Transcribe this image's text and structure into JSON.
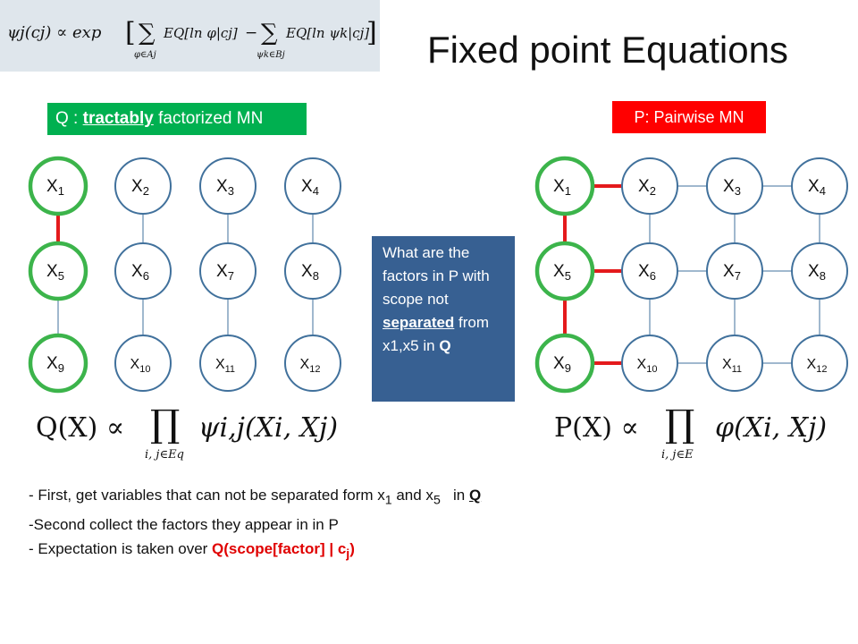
{
  "title": "Fixed point Equations",
  "formula_top": "ψj(cj) ∝ exp[ Σ EQ[ ln φ | cj ] − Σ EQ[ ln ψk | cj ] ]",
  "formula_top_parts": {
    "lhs": "ψj(cj) ∝ exp",
    "sum1_under": "φ∈Aj",
    "term1": "EQ[ln φ|cj]",
    "minus": "−",
    "sum2_under": "ψk∈Bj",
    "term2": "EQ[ln ψk|cj]"
  },
  "q_label": {
    "prefix": "Q",
    "colon": " : ",
    "underlined": "tractably",
    "rest": " factorized MN"
  },
  "p_label": "P: Pairwise MN",
  "question": {
    "text": "What are the factors in P with scope not ",
    "underlined": "separated",
    "text2": " from x1,x5 in ",
    "bold": "Q"
  },
  "nodes": [
    {
      "id": 1,
      "label": "X",
      "sub": "1"
    },
    {
      "id": 2,
      "label": "X",
      "sub": "2"
    },
    {
      "id": 3,
      "label": "X",
      "sub": "3"
    },
    {
      "id": 4,
      "label": "X",
      "sub": "4"
    },
    {
      "id": 5,
      "label": "X",
      "sub": "5"
    },
    {
      "id": 6,
      "label": "X",
      "sub": "6"
    },
    {
      "id": 7,
      "label": "X",
      "sub": "7"
    },
    {
      "id": 8,
      "label": "X",
      "sub": "8"
    },
    {
      "id": 9,
      "label": "X",
      "sub": "9"
    },
    {
      "id": 10,
      "label": "X",
      "sub": "10"
    },
    {
      "id": 11,
      "label": "X",
      "sub": "11"
    },
    {
      "id": 12,
      "label": "X",
      "sub": "12"
    }
  ],
  "q_graph": {
    "highlight_nodes": [
      1,
      5,
      9
    ],
    "edges": [
      [
        1,
        5,
        "red"
      ],
      [
        5,
        9,
        "plain"
      ],
      [
        2,
        6,
        "plain"
      ],
      [
        6,
        10,
        "plain"
      ],
      [
        3,
        7,
        "plain"
      ],
      [
        7,
        11,
        "plain"
      ],
      [
        4,
        8,
        "plain"
      ],
      [
        8,
        12,
        "plain"
      ]
    ]
  },
  "p_graph": {
    "highlight_nodes": [
      1,
      5,
      9
    ],
    "edges": [
      [
        1,
        2,
        "red"
      ],
      [
        2,
        3,
        "plain"
      ],
      [
        3,
        4,
        "plain"
      ],
      [
        5,
        6,
        "red"
      ],
      [
        6,
        7,
        "plain"
      ],
      [
        7,
        8,
        "plain"
      ],
      [
        9,
        10,
        "red"
      ],
      [
        10,
        11,
        "plain"
      ],
      [
        11,
        12,
        "plain"
      ],
      [
        1,
        5,
        "red"
      ],
      [
        5,
        9,
        "red"
      ],
      [
        2,
        6,
        "plain"
      ],
      [
        6,
        10,
        "plain"
      ],
      [
        3,
        7,
        "plain"
      ],
      [
        7,
        11,
        "plain"
      ],
      [
        4,
        8,
        "plain"
      ],
      [
        8,
        12,
        "plain"
      ]
    ]
  },
  "colors": {
    "node_border": "#41719c",
    "highlight": "#3cb44b",
    "red_edge": "#e41a1c",
    "q_label_bg": "#00b050",
    "p_label_bg": "#ff0000",
    "question_bg": "#376092"
  },
  "q_formula": {
    "lhs": "Q(X) ∝",
    "prod_under": "i, j∈Eq",
    "body": "ψi,j(Xi, Xj)"
  },
  "p_formula": {
    "lhs": "P(X) ∝",
    "prod_under": "i, j∈E",
    "body": "φ(Xi, Xj)"
  },
  "bullets": {
    "b1_text": "- First, get variables that can not be separated form x",
    "b1_sub1": "1",
    "b1_mid": " and x",
    "b1_sub2": "5",
    "b1_in": "   in ",
    "b1_q": "Q",
    "b2": "-Second collect the factors they appear in in P",
    "b3_text": "- Expectation is taken over ",
    "b3_red": "Q(scope[factor] | c",
    "b3_sub": "j",
    "b3_close": ")"
  }
}
